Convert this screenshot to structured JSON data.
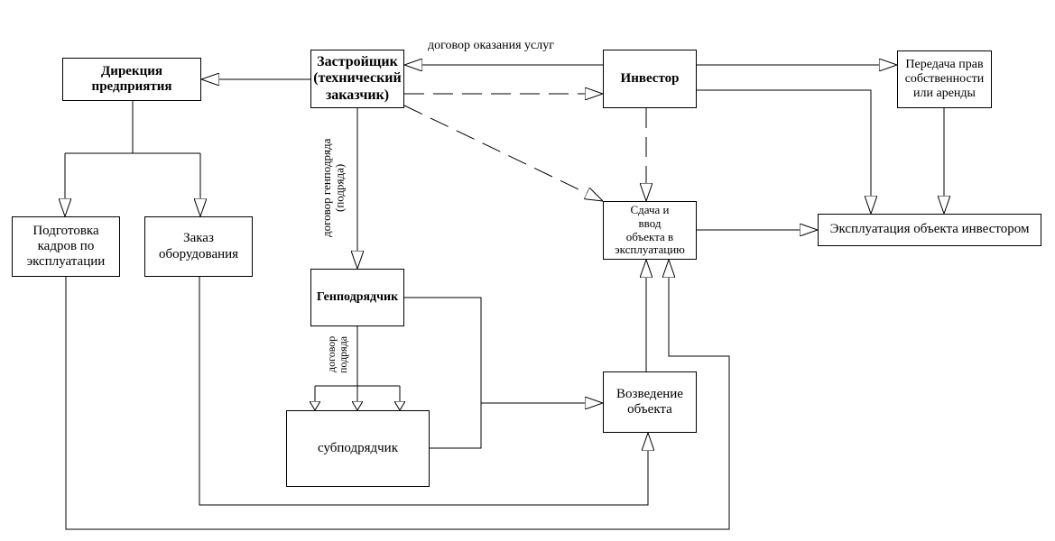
{
  "nodes": {
    "direktsiya": "Дирекция\nпредприятия",
    "zastroyshchik": "Застройщик\n(технический\nзаказчик)",
    "investor": "Инвестор",
    "peredacha": "Передача прав\nсобственности\nили аренды",
    "podgotovka": "Подготовка\nкадров по\nэксплуатации",
    "zakaz": "Заказ\nоборудования",
    "sdacha": "Сдача  и\nввод\nобъекта в\nэксплуатацию",
    "ekspluatatsiya": "Эксплуатация объекта инвестором",
    "genpodryadchik": "Генподрядчик",
    "vozvedenie": "Возведение\nобъекта",
    "subpodryadchik": "субподрядчик"
  },
  "edge_labels": {
    "dogovor_uslug": "договор оказания услуг",
    "dogovor_genpodryada": "договор генподряда\n(подряда)",
    "dogovor_podryada": "договор\nподряда"
  }
}
